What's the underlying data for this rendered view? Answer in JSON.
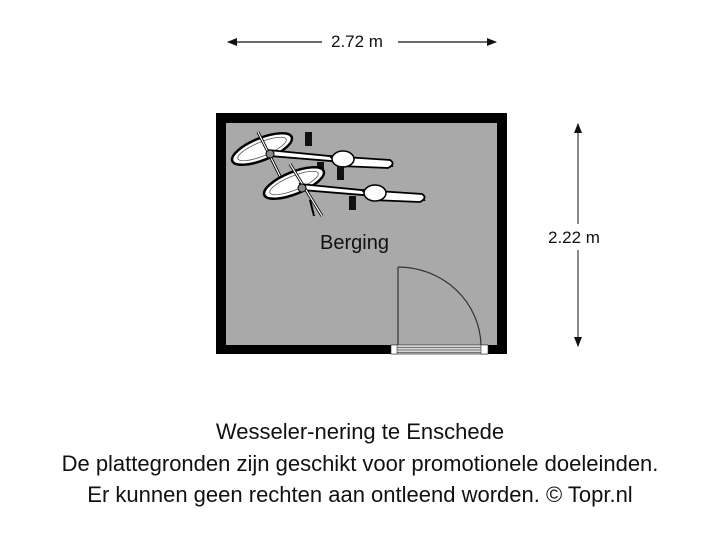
{
  "dimensions": {
    "width_label": "2.72 m",
    "height_label": "2.22 m"
  },
  "room": {
    "name": "Berging",
    "fill_color": "#a9a9a9",
    "wall_color": "#000000",
    "furniture": [
      "bicycle",
      "bicycle"
    ],
    "door": "single swing door, bottom wall"
  },
  "caption": {
    "title": "Wesseler-nering te Enschede",
    "disclaimer_1": "De plattegronden zijn geschikt voor promotionele doeleinden.",
    "disclaimer_2": "Er kunnen geen rechten aan ontleend worden. © Topr.nl"
  }
}
